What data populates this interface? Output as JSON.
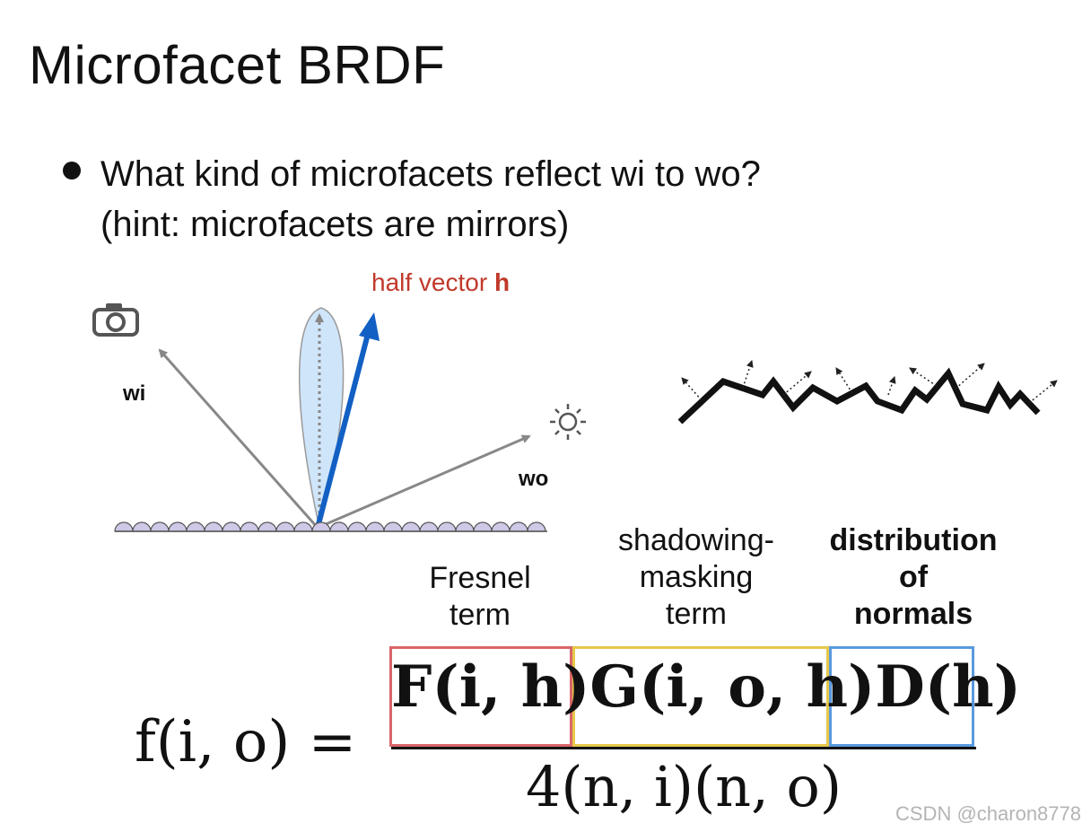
{
  "slide": {
    "title": "Microfacet BRDF",
    "bullet_line1": "What kind of microfacets reflect wi to wo?",
    "bullet_line2": "(hint: microfacets are mirrors)"
  },
  "diagram": {
    "half_vector_label": "half vector ",
    "half_vector_symbol": "h",
    "wi_label": "wi",
    "wo_label": "wo",
    "camera_icon": "camera-icon",
    "light_icon": "sun-icon",
    "colors": {
      "half_vector": "#1260c4",
      "half_vector_label": "#c0392b",
      "lobe_fill": "#cfe5fa",
      "surface_bumps": "#cfc8e6",
      "rays": "#888888"
    }
  },
  "terms": {
    "fresnel_line1": "Fresnel",
    "fresnel_line2": "term",
    "shadowing_line1": "shadowing-",
    "shadowing_line2": "masking",
    "shadowing_line3": "term",
    "distribution_line1": "distribution",
    "distribution_line2": "of",
    "distribution_line3": "normals",
    "colors": {
      "fresnel_box": "#d9666a",
      "shadowing_box": "#e6c84a",
      "distribution_box": "#5a9ade"
    }
  },
  "equation": {
    "lhs": "f(i, o) =",
    "fresnel": "F(i, h)",
    "shadowing": "G(i, o, h)",
    "distribution": "D(h)",
    "denominator": "4(n, i)(n, o)"
  },
  "watermark": "CSDN @charon8778"
}
